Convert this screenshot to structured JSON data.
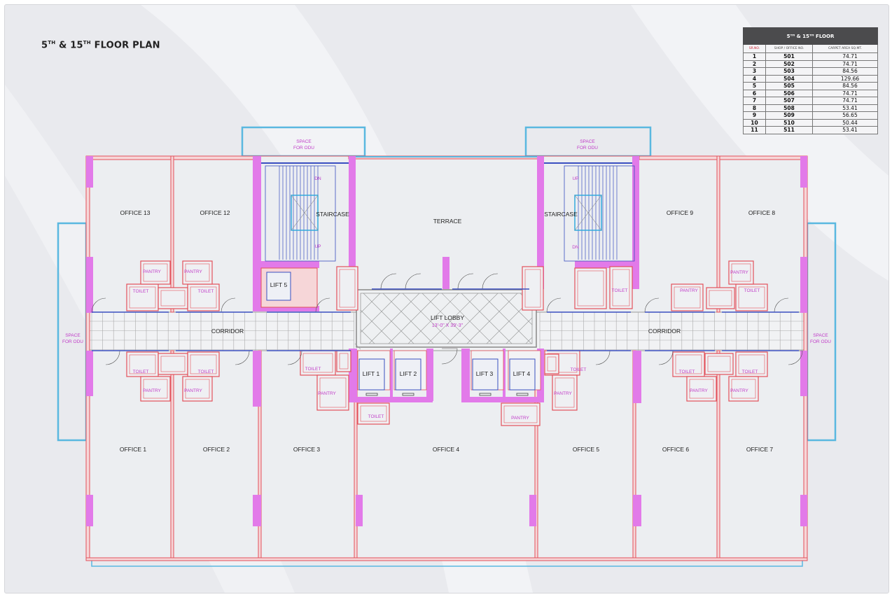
{
  "title": {
    "floor_a": "5",
    "sup_a": "TH",
    "amp": " & ",
    "floor_b": "15",
    "sup_b": "TH",
    "rest": " FLOOR PLAN"
  },
  "table": {
    "header": "5ᵀᴴ & 15ᵀᴴ FLOOR",
    "columns": [
      "SR.NO.",
      "SHOP / OFFICE NO.",
      "CARPET AREA SQ.MT."
    ],
    "rows": [
      [
        "1",
        "501",
        "74.71"
      ],
      [
        "2",
        "502",
        "74.71"
      ],
      [
        "3",
        "503",
        "84.56"
      ],
      [
        "4",
        "504",
        "129.66"
      ],
      [
        "5",
        "505",
        "84.56"
      ],
      [
        "6",
        "506",
        "74.71"
      ],
      [
        "7",
        "507",
        "74.71"
      ],
      [
        "8",
        "508",
        "53.41"
      ],
      [
        "9",
        "509",
        "56.65"
      ],
      [
        "10",
        "510",
        "50.44"
      ],
      [
        "11",
        "511",
        "53.41"
      ]
    ]
  },
  "plan": {
    "offices_top": [
      "OFFICE 13",
      "OFFICE 12",
      "OFFICE 9",
      "OFFICE 8"
    ],
    "offices_bottom": [
      "OFFICE 1",
      "OFFICE 2",
      "OFFICE 3",
      "OFFICE 4",
      "OFFICE 5",
      "OFFICE 6",
      "OFFICE 7"
    ],
    "staircase": "STAIRCASE",
    "terrace": "TERRACE",
    "corridor": "CORRIDOR",
    "lift_lobby": "LIFT LOBBY",
    "lift_lobby_size": "13'-0\" X 39'-3\"",
    "lifts": [
      "LIFT 1",
      "LIFT 2",
      "LIFT 3",
      "LIFT 4",
      "LIFT 5"
    ],
    "odu_line1": "SPACE",
    "odu_line2": "FOR ODU",
    "pantry": "PANTRY",
    "toilet": "TOILET",
    "up": "UP",
    "dn": "DN"
  },
  "colors": {
    "wall": "#e3505a",
    "column": "#e27ae9",
    "glazing": "#3a4fc0",
    "balcony": "#5ab8e0",
    "background": "#e9eaee",
    "table_header": "#4b4b4d"
  }
}
